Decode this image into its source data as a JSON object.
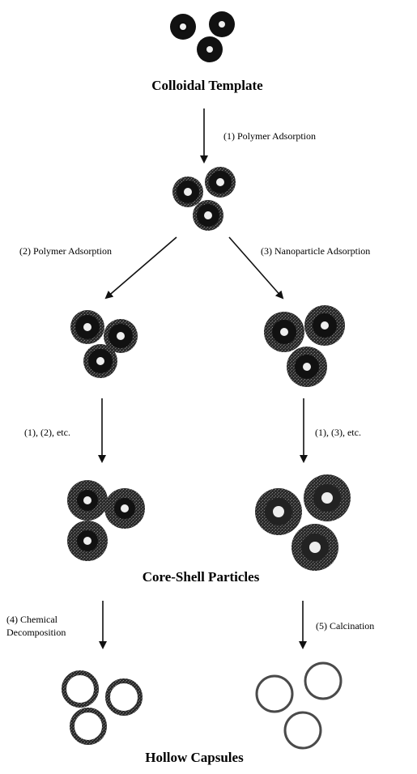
{
  "headings": {
    "template": "Colloidal Template",
    "core_shell": "Core-Shell Particles",
    "hollow": "Hollow Capsules"
  },
  "steps": {
    "s1": "(1) Polymer Adsorption",
    "s2": "(2) Polymer Adsorption",
    "s3": "(3) Nanoparticle Adsorption",
    "left_repeat": "(1), (2), etc.",
    "right_repeat": "(1), (3), etc.",
    "s4_line1": "(4) Chemical",
    "s4_line2": "Decomposition",
    "s5": "(5) Calcination"
  },
  "colors": {
    "ink": "#111111",
    "shell": "#3a3a3a",
    "core": "#f2f2f2"
  }
}
